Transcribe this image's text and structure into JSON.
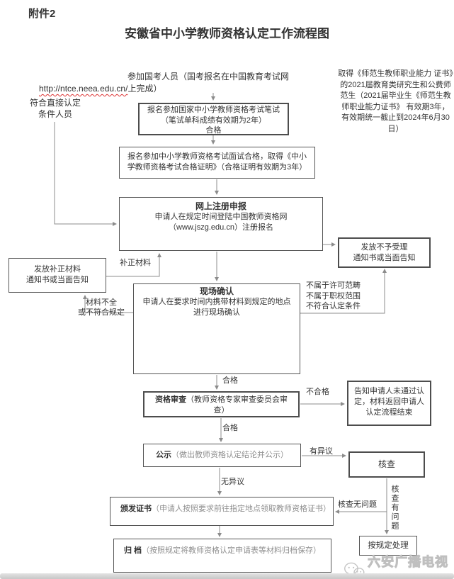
{
  "header": {
    "attachment": "附件2",
    "title": "安徽省中小学教师资格认定工作流程图"
  },
  "intro": {
    "line1": "参加国考人员（国考报名在中国教育考试网",
    "url": "http://ntce.neea.edu.cn/",
    "suffix": "上完成）"
  },
  "side_notes": {
    "normal_graduates": "取得《师范生教师职业能力 证书》的2021届教育类研究生和公费师范生（2021届毕业生《师范生教师职业能力证书》 有效期3年，有效期统一截止到2024年6月30日）",
    "direct_eligible": "符合直接认定\n条件人员",
    "not_in_scope": "不属于许可范畴\n不属于职权范围\n不符合认定条件",
    "incomplete_materials": "材料不全\n或不符合规定"
  },
  "boxes": {
    "written_exam": "报名参加国家中小学教师资格考试笔试\n（笔试单科成绩有效期为2年）\n合格",
    "interview": "报名参加中小学教师资格考试面试合格，取得《中小学教师资格考试合格证明》（合格证明有效期为3年）",
    "online_register": {
      "title": "网上注册申报",
      "body": "申请人在规定时间登陆中国教师资格网\n（www.jszg.edu.cn）注册报名"
    },
    "reject_notice": "发放不予受理\n通知书或当面告知",
    "supplement_notice": "发放补正材料\n通知书或当面告知",
    "onsite": {
      "title": "现场确认",
      "body": "申请人在要求时间内携带材料到规定的地点进行现场确认"
    },
    "review": {
      "title": "资格审查",
      "body": "（教师资格专家审查委员会审查）"
    },
    "fail_notice": "告知申请人未通过认定，材料返回申请人\n认定流程结束",
    "publicity": {
      "title": "公示",
      "body": "（做出教师资格认定结论并公示）"
    },
    "check": "核查",
    "certificate": {
      "title": "颁发证书",
      "body": "（申请人按照要求前往指定地点领取教师资格证书）"
    },
    "handle": "按规定处理",
    "archive": {
      "title": "归 档",
      "body": "（按照规定将教师资格认定申请表等材料归档保存）"
    }
  },
  "edge_labels": {
    "supplement": "补正材料",
    "pass1": "合格",
    "pass2": "合格",
    "fail": "不合格",
    "objection": "有异议",
    "no_objection": "无异议",
    "check_ok": "核查无问题",
    "check_problem": "核查有问题"
  },
  "watermark": {
    "text": "六安广播电视网"
  },
  "colors": {
    "box_border": "#555555",
    "text": "#333333",
    "muted_text": "#8f8f8f",
    "connector": "#8c8c8c",
    "url_wavy": "#dd3333",
    "watermark": "#bfbfbf"
  }
}
